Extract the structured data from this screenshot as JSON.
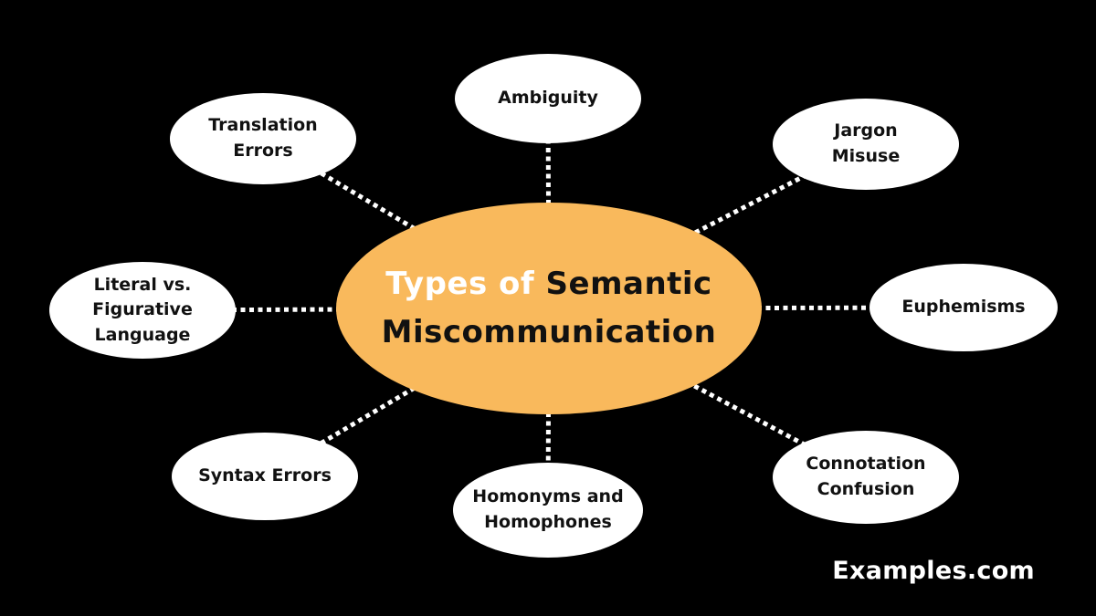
{
  "colors": {
    "background": "#000000",
    "center_fill": "#F9B95C",
    "node_fill": "#FFFFFF",
    "connector": "#FFFFFF",
    "title_light": "#FFFFFF",
    "text_dark": "#111111"
  },
  "center": {
    "line1_white": "Types of ",
    "line1_dark": "Semantic",
    "line2": "Miscommunication"
  },
  "nodes": [
    {
      "id": "ambiguity",
      "label": "Ambiguity"
    },
    {
      "id": "translation-errors",
      "label": "Translation\nErrors"
    },
    {
      "id": "jargon-misuse",
      "label": "Jargon\nMisuse"
    },
    {
      "id": "euphemisms",
      "label": "Euphemisms"
    },
    {
      "id": "literal-vs-figurative",
      "label": "Literal vs.\nFigurative\nLanguage"
    },
    {
      "id": "connotation-confusion",
      "label": "Connotation\nConfusion"
    },
    {
      "id": "syntax-errors",
      "label": "Syntax Errors"
    },
    {
      "id": "homonyms-homophones",
      "label": "Homonyms and\nHomophones"
    }
  ],
  "watermark": "Examples.com"
}
